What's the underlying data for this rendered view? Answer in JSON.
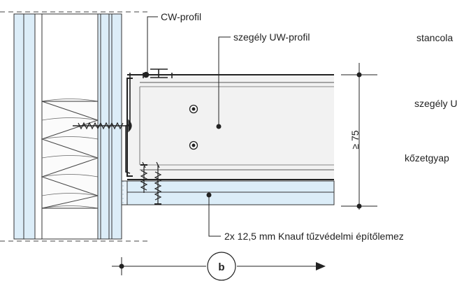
{
  "labels": {
    "cw_profile": "CW-profil",
    "uw_profile": "szegély UW-profil",
    "dimension": "≥ 75",
    "board": "2x 12,5 mm Knauf tűzvédelmi építőlemez",
    "side_1": "stancola",
    "side_2": "szegély U",
    "side_3": "kőzetgyap",
    "axis_marker": "b"
  },
  "colors": {
    "line": "#222222",
    "board_fill": "#dcedf8",
    "profile_fill": "#f2f2f2",
    "insulation_fill": "#f6f6f6"
  }
}
